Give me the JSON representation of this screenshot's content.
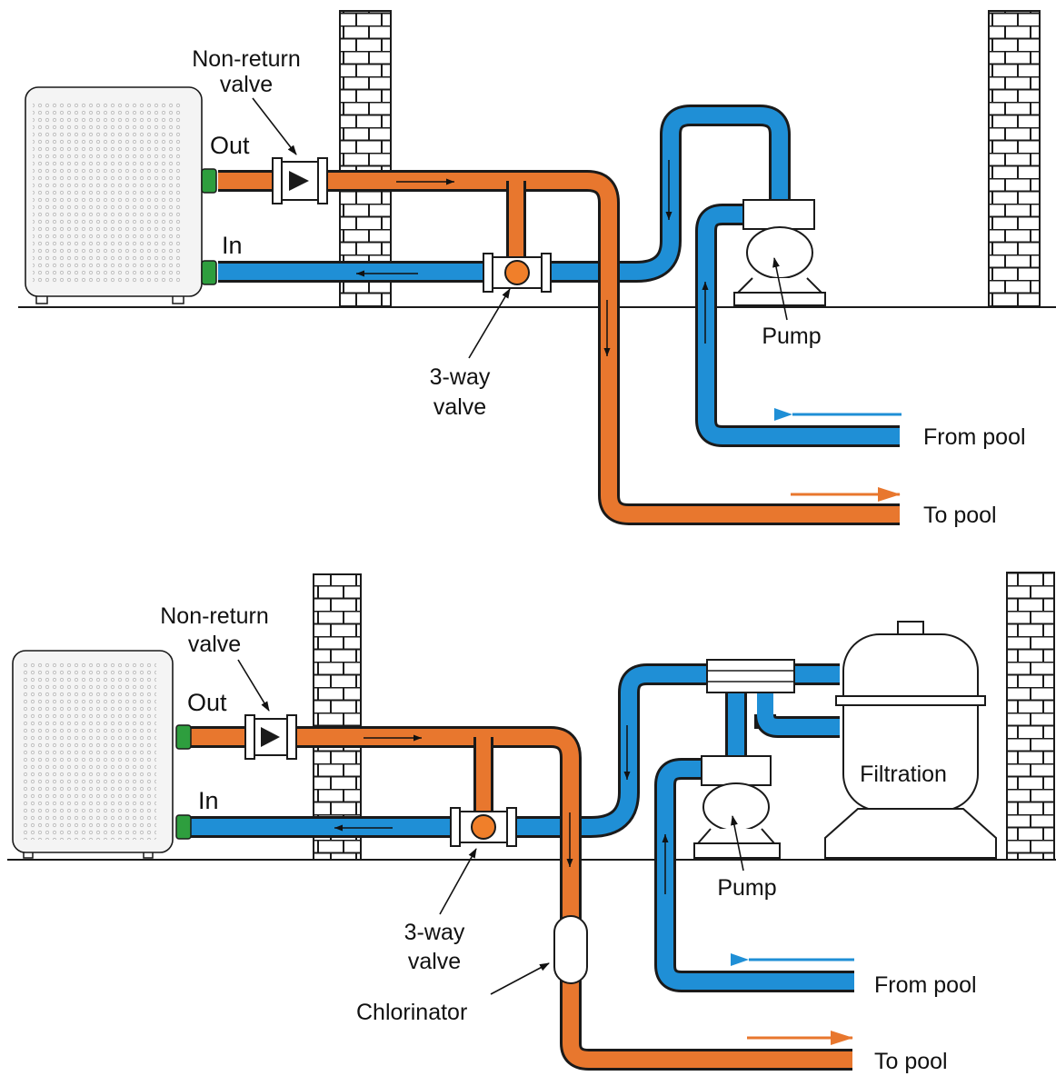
{
  "colors": {
    "hot_pipe": "#e8772e",
    "cold_pipe": "#1f8fd6",
    "outline": "#1a1a1a",
    "connector": "#2e9e3e",
    "valve_ball": "#f07f2a",
    "heat_pump_body": "#f4f4f4"
  },
  "top": {
    "non_return_valve": [
      "Non-return",
      "valve"
    ],
    "out": "Out",
    "in": "In",
    "three_way_valve": [
      "3-way",
      "valve"
    ],
    "pump": "Pump",
    "from_pool": "From pool",
    "to_pool": "To pool"
  },
  "bottom": {
    "non_return_valve": [
      "Non-return",
      "valve"
    ],
    "out": "Out",
    "in": "In",
    "three_way_valve": [
      "3-way",
      "valve"
    ],
    "chlorinator": "Chlorinator",
    "pump": "Pump",
    "filtration": "Filtration",
    "from_pool": "From pool",
    "to_pool": "To pool"
  }
}
